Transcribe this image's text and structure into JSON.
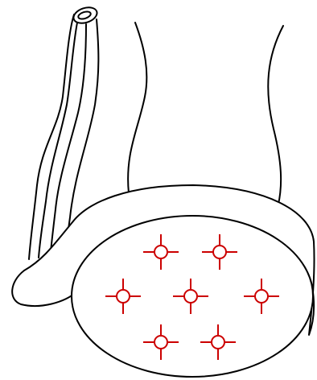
{
  "colors": {
    "outline": "#000000",
    "background": "#ffffff",
    "marker": "#cc0000"
  },
  "markers": [
    {
      "id": "marker-1"
    },
    {
      "id": "marker-2"
    },
    {
      "id": "marker-3"
    },
    {
      "id": "marker-4"
    },
    {
      "id": "marker-5"
    },
    {
      "id": "marker-6"
    },
    {
      "id": "marker-7"
    }
  ]
}
